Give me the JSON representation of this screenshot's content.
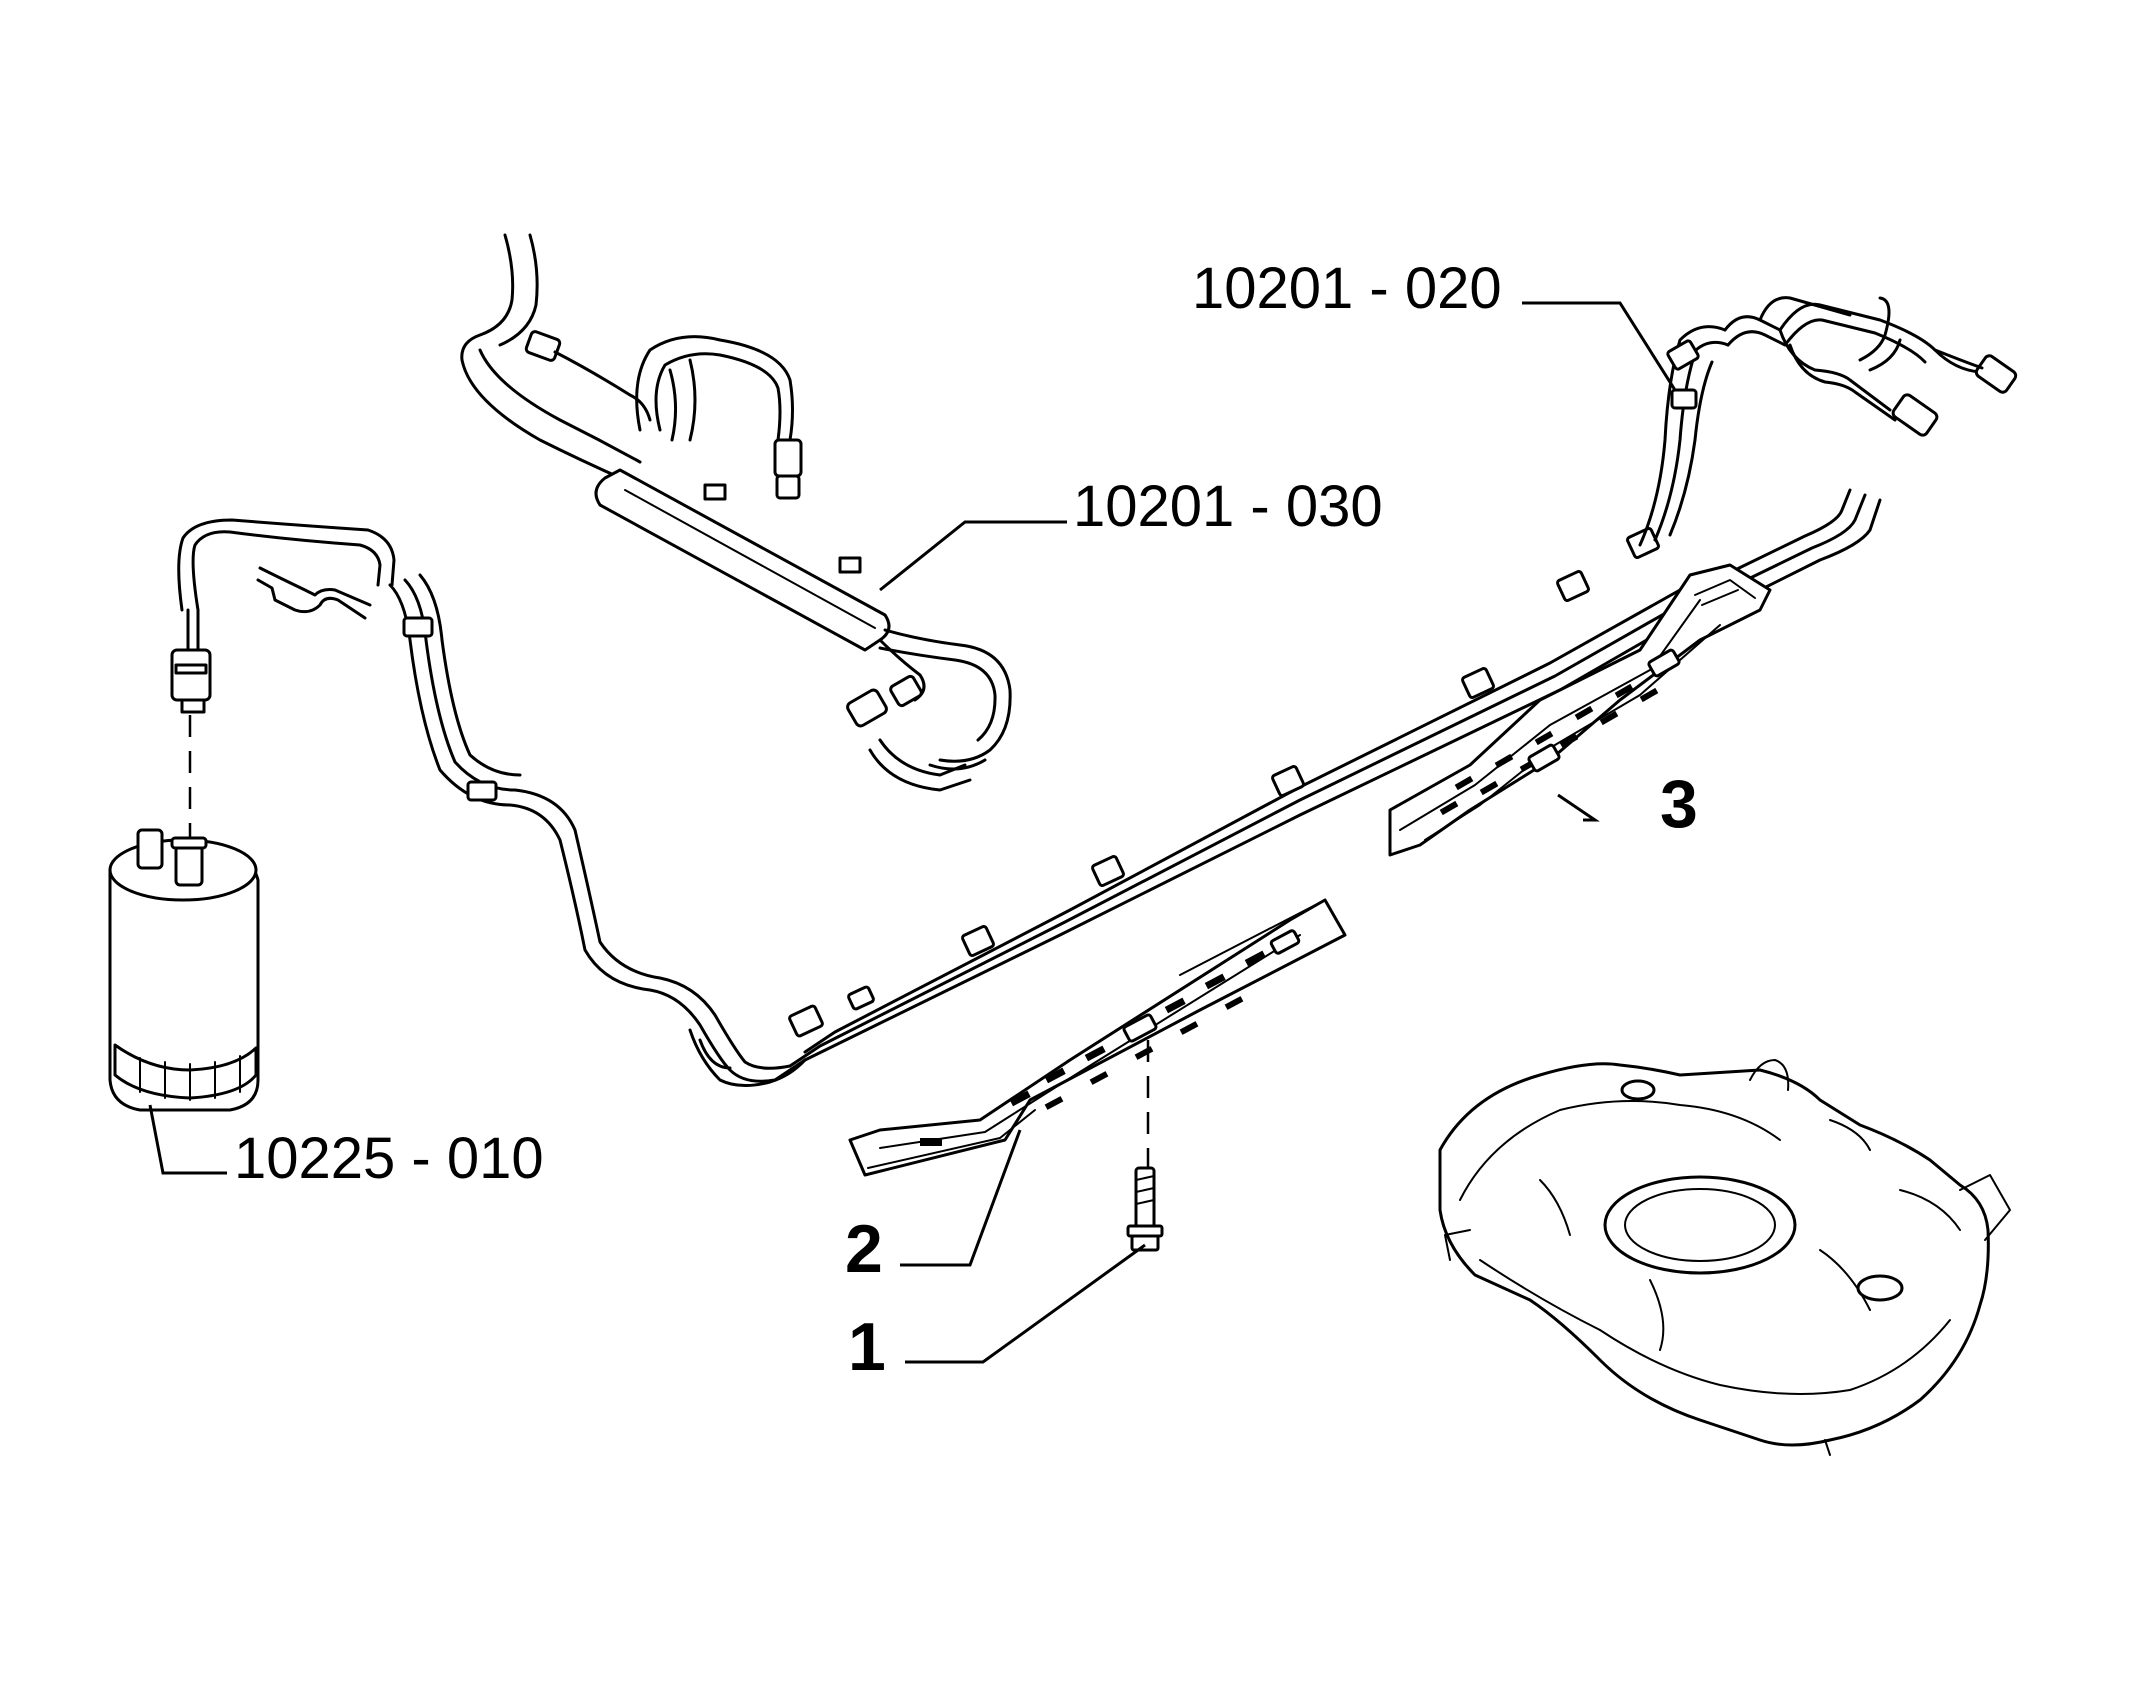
{
  "callouts": {
    "line_rear": "10201 - 020",
    "line_front": "10201 - 030",
    "filter": "10225 - 010",
    "screw": "1",
    "shield_front": "2",
    "shield_rear": "3"
  }
}
